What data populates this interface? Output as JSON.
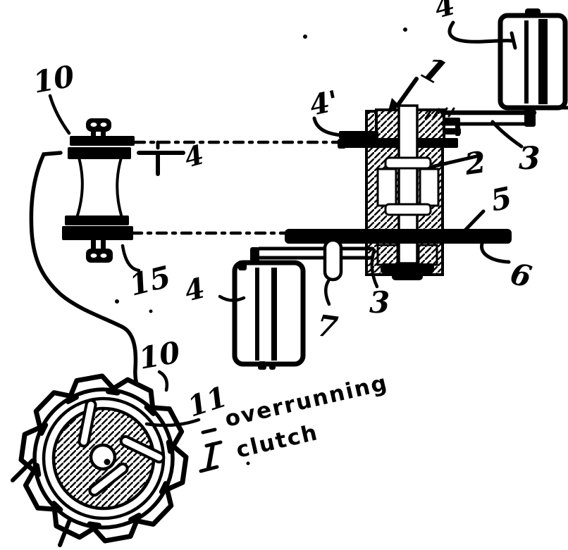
{
  "colors": {
    "ink": "#000000",
    "paper": "#ffffff"
  },
  "labels": {
    "spool_top": "10",
    "upper_axis": "4",
    "shaft": "1",
    "bracket_prime": "4'",
    "roller_upper": "4",
    "bearing_mid": "2",
    "arm_upper": "3",
    "axle_5": "5",
    "axle_end_6": "6",
    "housing_lower": "3",
    "pin": "7",
    "spool_bottom": "15",
    "roller_lower": "4",
    "gear_rim": "10",
    "gear_inner": "11"
  },
  "annotation": {
    "line1": "overrunning",
    "line2": "clutch"
  },
  "gear": {
    "teeth": 10
  }
}
